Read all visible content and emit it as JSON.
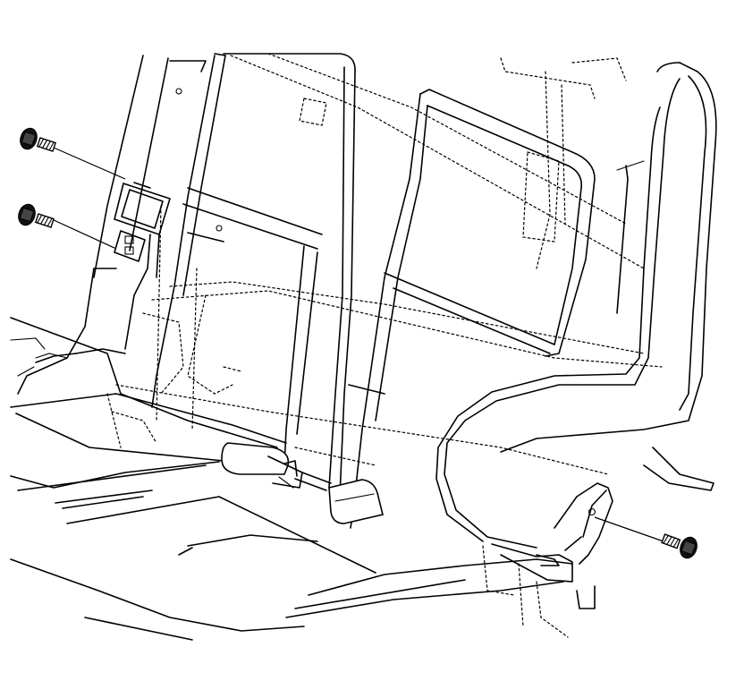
{
  "diagram": {
    "kind": "line-art exploded view",
    "subject": "seat-with-mounting-bolts",
    "callouts": [
      {
        "id": "bolt-upper-left",
        "icon": "bolt-icon"
      },
      {
        "id": "bolt-middle-left",
        "icon": "bolt-icon"
      },
      {
        "id": "bolt-lower-right",
        "icon": "bolt-icon"
      }
    ]
  }
}
